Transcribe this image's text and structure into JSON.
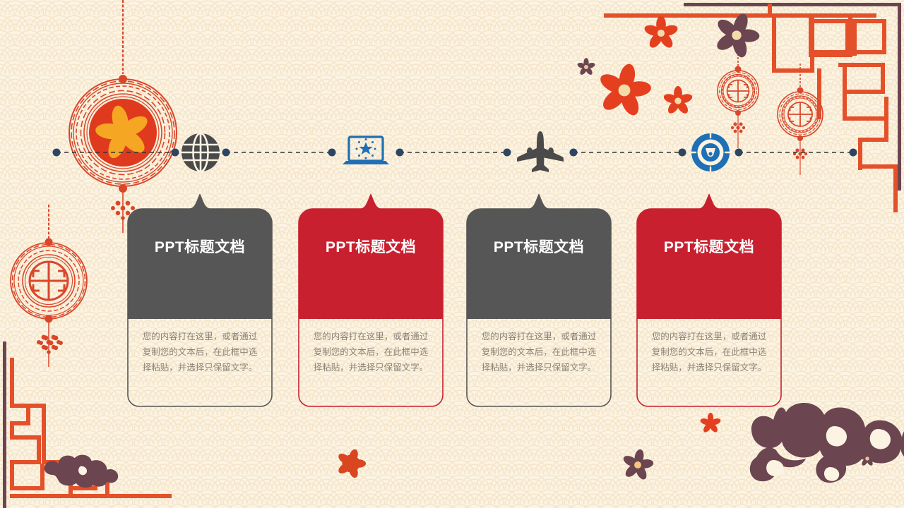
{
  "slide": {
    "theme": "chinese-new-year-traditional",
    "background_color": "#FCF3E2",
    "pattern_color": "#F3E3C6",
    "accent_red": "#C8202F",
    "accent_gray": "#565656",
    "accent_orange": "#E4502A",
    "accent_plum": "#6B4550",
    "accent_yellow": "#F5A623",
    "dot_color": "#2E4561",
    "body_text_color": "#8A8276"
  },
  "timeline": {
    "dashed_line_color": "#333333",
    "nodes": [
      {
        "icon": "globe-icon",
        "icon_color": "#4A4A4A",
        "left_dot": true,
        "right_dot": true
      },
      {
        "icon": "laptop-icon",
        "icon_color": "#1F6FB5",
        "left_dot": true,
        "right_dot": true
      },
      {
        "icon": "airplane-icon",
        "icon_color": "#4A4A4A",
        "left_dot": true,
        "right_dot": true
      },
      {
        "icon": "clock-icon",
        "icon_color": "#1F6FB5",
        "left_dot": true,
        "right_dot": true
      }
    ]
  },
  "cards": [
    {
      "title": "PPT标题文档",
      "body": "您的内容打在这里，或者通过复制您的文本后，在此框中选择粘贴，并选择只保留文字。",
      "header_color": "#565656",
      "border_color": "#565656"
    },
    {
      "title": "PPT标题文档",
      "body": "您的内容打在这里，或者通过复制您的文本后，在此框中选择粘贴，并选择只保留文字。",
      "header_color": "#C8202F",
      "border_color": "#C8202F"
    },
    {
      "title": "PPT标题文档",
      "body": "您的内容打在这里，或者通过复制您的文本后，在此框中选择粘贴，并选择只保留文字。",
      "header_color": "#565656",
      "border_color": "#565656"
    },
    {
      "title": "PPT标题文档",
      "body": "您的内容打在这里，或者通过复制您的文本后，在此框中选择粘贴，并选择只保留文字。",
      "header_color": "#C8202F",
      "border_color": "#C8202F"
    }
  ],
  "decorations": {
    "medallion_top_left": {
      "name": "flower-medallion",
      "center_color": "#E03A1E",
      "flower_color": "#F5A623",
      "ring_color": "#D9472B"
    },
    "medallion_left": {
      "name": "longevity-medallion",
      "symbol_color": "#D9472B"
    },
    "medallion_right_1": {
      "name": "longevity-medallion",
      "symbol_color": "#D9472B"
    },
    "medallion_right_2": {
      "name": "longevity-medallion",
      "symbol_color": "#D9472B"
    },
    "clouds": [
      {
        "name": "auspicious-cloud-bottom-right",
        "color": "#6B4550"
      },
      {
        "name": "auspicious-cloud-bottom-left",
        "color": "#6B4550"
      }
    ],
    "flowers": [
      {
        "name": "flower-top-right-1",
        "color": "#E4401F",
        "center": "#F3DCA8"
      },
      {
        "name": "flower-top-right-2",
        "color": "#E4401F",
        "center": "#F3DCA8"
      },
      {
        "name": "flower-top-right-3",
        "color": "#E4401F",
        "center": "#F3DCA8"
      },
      {
        "name": "flower-top-right-4",
        "color": "#6B4550",
        "center": "#F3DCA8"
      },
      {
        "name": "flower-top-right-5",
        "color": "#6B4550",
        "center": "#6B4550"
      },
      {
        "name": "flower-bottom-center",
        "color": "#D9461F",
        "center": "#D9461F"
      },
      {
        "name": "flower-bottom-right",
        "color": "#6B4550",
        "center": "#F5C87A"
      },
      {
        "name": "flower-cloud-accent",
        "color": "#E4401F",
        "center": "#E4401F"
      }
    ],
    "knots": [
      {
        "name": "chinese-knot-top-left",
        "color": "#D9472B"
      },
      {
        "name": "chinese-knot-left",
        "color": "#D9472B"
      },
      {
        "name": "chinese-knot-bottom-left",
        "color": "#D9472B"
      },
      {
        "name": "chinese-knot-right-1",
        "color": "#D9472B"
      },
      {
        "name": "chinese-knot-right-2",
        "color": "#D9472B"
      }
    ],
    "maze_border_top_right": {
      "name": "greek-key-border",
      "color": "#E4502A"
    },
    "maze_border_bottom_left": {
      "name": "greek-key-border",
      "color": "#E4502A"
    }
  }
}
